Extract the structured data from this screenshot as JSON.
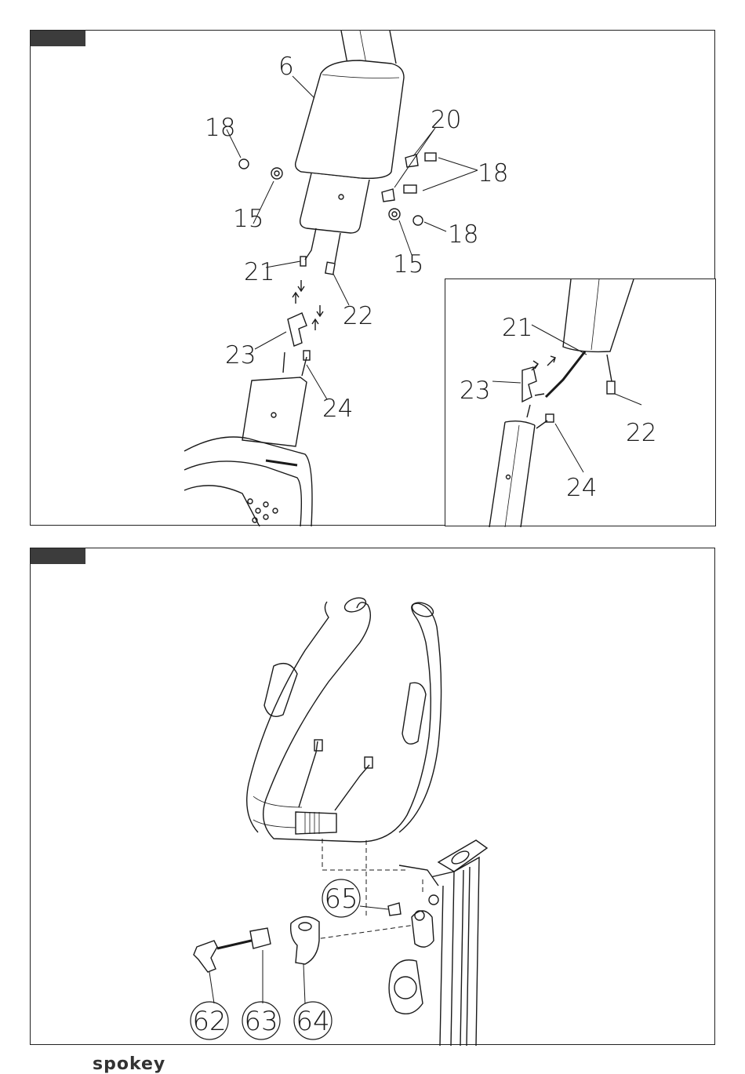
{
  "panel1": {
    "callouts": {
      "p6": "6",
      "p20": "20",
      "p18a": "18",
      "p18b": "18",
      "p18c": "18",
      "p15a": "15",
      "p15b": "15",
      "p21": "21",
      "p22": "22",
      "p23": "23",
      "p24": "24"
    },
    "inset": {
      "p21": "21",
      "p22": "22",
      "p23": "23",
      "p24": "24"
    }
  },
  "panel2": {
    "callouts": {
      "p62": "62",
      "p63": "63",
      "p64": "64",
      "p65": "65"
    }
  },
  "footer": {
    "brand": "spokey"
  },
  "colors": {
    "ink": "#1a1a1a",
    "tab": "#3c3c3c"
  }
}
